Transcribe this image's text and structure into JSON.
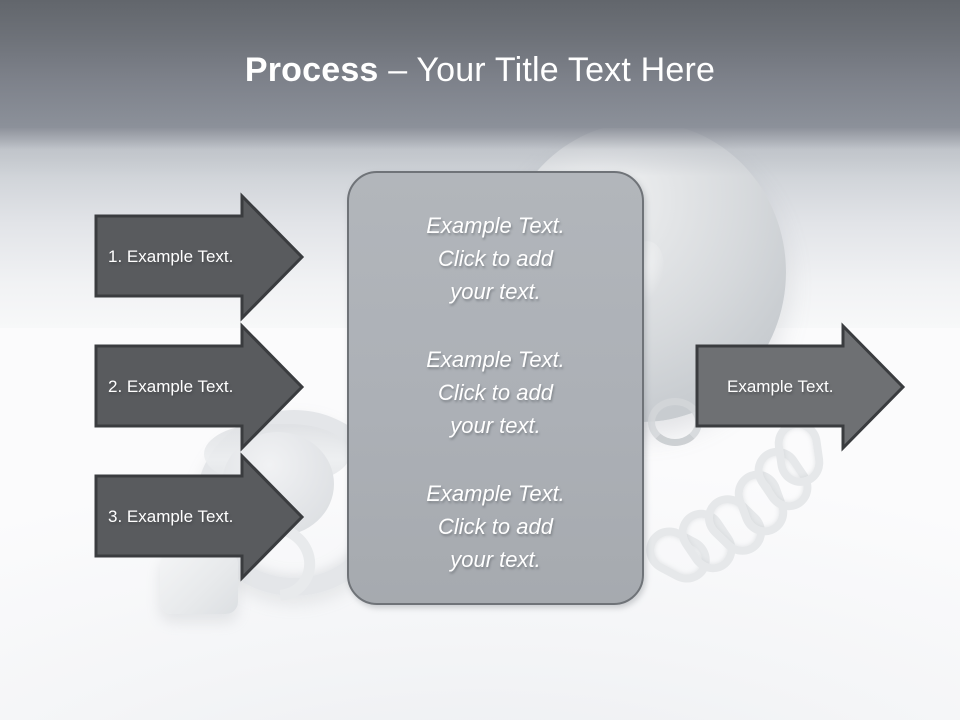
{
  "slide": {
    "title": {
      "bold_part": "Process",
      "light_part": " – Your Title Text Here"
    },
    "theme": {
      "header_top_color": "#62666c",
      "header_bottom_color": "#8c919a",
      "background_color": "#f7f8f9",
      "panel_fill_color": "#acb0b6",
      "panel_border_color": "#6f7378",
      "input_arrow_fill_color": "#595b5e",
      "output_arrow_fill_color": "#6e7073",
      "arrow_border_color": "#3a3c3f",
      "text_color": "#ffffff"
    },
    "background_image": "ball-and-chain-photo"
  },
  "input_arrows": [
    {
      "id": "input-arrow-1",
      "label": "1. Example Text."
    },
    {
      "id": "input-arrow-2",
      "label": "2. Example Text."
    },
    {
      "id": "input-arrow-3",
      "label": "3. Example Text."
    }
  ],
  "center_panel": {
    "blocks": [
      {
        "line1": "Example Text.",
        "line2": "Click  to add",
        "line3": "your text."
      },
      {
        "line1": "Example Text.",
        "line2": "Click  to add",
        "line3": "your text."
      },
      {
        "line1": "Example Text.",
        "line2": "Click  to add",
        "line3": "your text."
      }
    ]
  },
  "output_arrow": {
    "label": "Example Text."
  }
}
